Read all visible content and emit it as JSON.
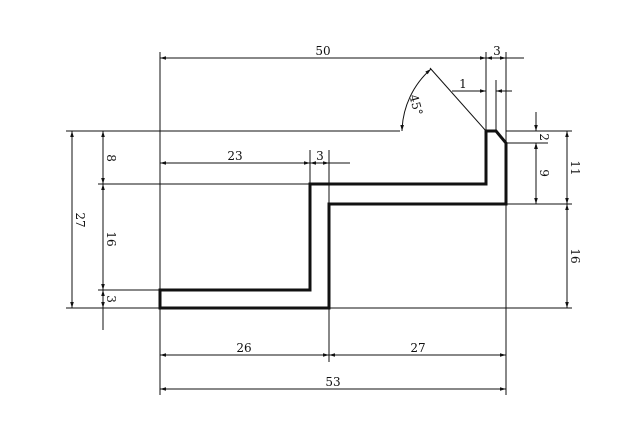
{
  "colors": {
    "line": "#111111",
    "background": "#ffffff"
  },
  "dimensions": {
    "top_overall": "50",
    "top_right_small": "3",
    "chamfer_offset": "1",
    "chamfer_angle": "45°",
    "right_chamfer_height": "2",
    "right_step": "9",
    "right_total": "11",
    "right_lower": "16",
    "left_upper": "8",
    "left_total": "27",
    "left_middle": "16",
    "left_bottom": "3",
    "inner_width": "23",
    "inner_wall": "3",
    "bottom_left": "26",
    "bottom_right": "27",
    "bottom_overall": "53"
  }
}
